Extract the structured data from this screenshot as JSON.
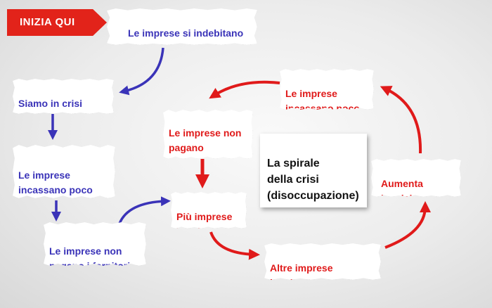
{
  "start_label": "INIZIA QUI",
  "center_title": "La spirale\ndella crisi\n(disoccupazione)",
  "left_chain": [
    "Le imprese si indebitano\ncon le banche",
    "Siamo in crisi\neconomica",
    "Le imprese\nincassano poco",
    "Le imprese non\npagano i fornitori"
  ],
  "spiral": [
    "Più imprese\nin crisi",
    "Altre imprese\nindebitate",
    "Aumenta\nla crisi",
    "Le imprese\nincassano poco",
    "Le imprese non\npagano\ni fornitori"
  ],
  "colors": {
    "blue": "#3a33b8",
    "red": "#e01a1a",
    "start_bg": "#e2231a"
  }
}
